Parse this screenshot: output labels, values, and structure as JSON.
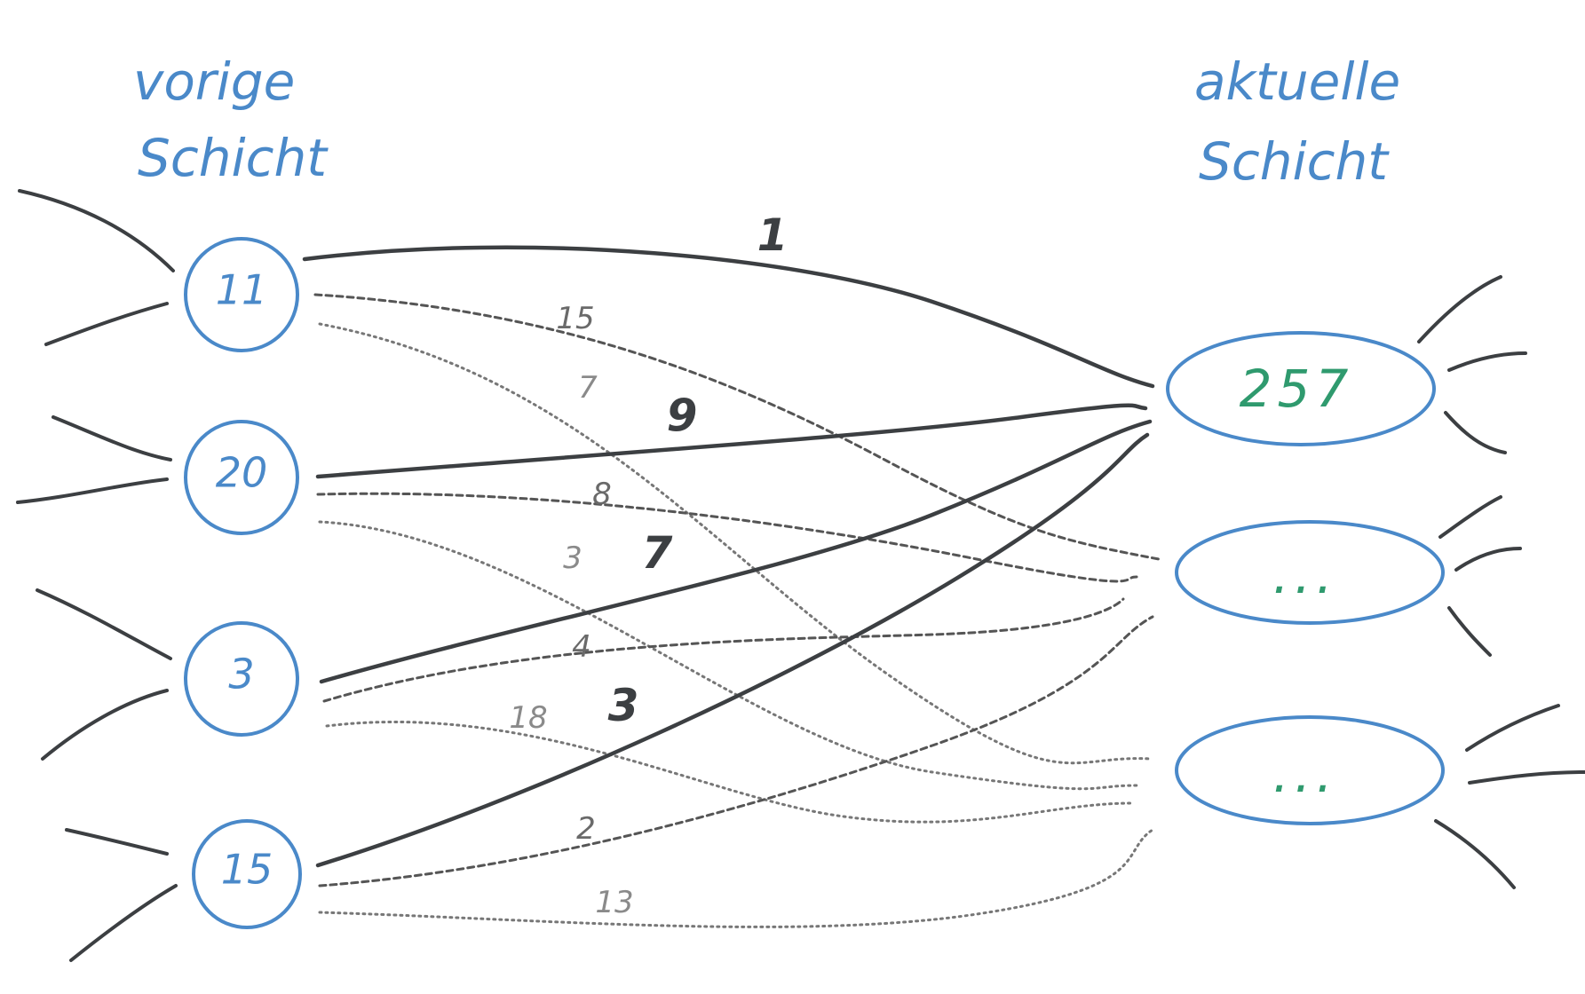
{
  "labels": {
    "left_line1": "vorige",
    "left_line2": "Schicht",
    "right_line1": "aktuelle",
    "right_line2": "Schicht"
  },
  "input_nodes": [
    "11",
    "20",
    "3",
    "15"
  ],
  "output_nodes": [
    "257",
    "...",
    "..."
  ],
  "weights_to_257": [
    "1",
    "9",
    "7",
    "3"
  ],
  "weights_to_second": [
    "15",
    "8",
    "4",
    "2"
  ],
  "weights_to_third": [
    "7",
    "3",
    "18",
    "13"
  ],
  "colors": {
    "node_outline": "#4a89c9",
    "label_text": "#4a89c9",
    "output_value": "#2f9a6e",
    "edge_strong": "#3c3f42",
    "edge_dashed": "#555555",
    "edge_dotted": "#777777"
  }
}
